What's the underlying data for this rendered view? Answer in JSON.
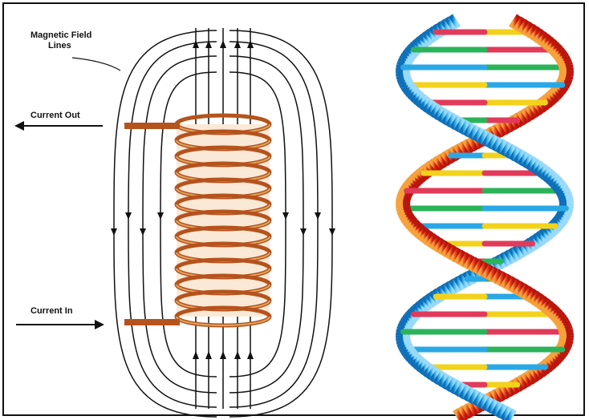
{
  "solenoid": {
    "label_field_line1": "Magnetic Field",
    "label_field_line2": "Lines",
    "label_current_out": "Current Out",
    "label_current_in": "Current In",
    "coil_turns": 12
  },
  "dna": {
    "strand_colors": [
      "#e8401c",
      "#2aa8e6"
    ],
    "base_pair_colors": [
      "#f2d21b",
      "#e23a5a",
      "#2bb35a",
      "#2aa8e6"
    ]
  },
  "colors": {
    "coil": "#b5531d",
    "coil_highlight": "#e2a25a",
    "field_line": "#111111"
  }
}
